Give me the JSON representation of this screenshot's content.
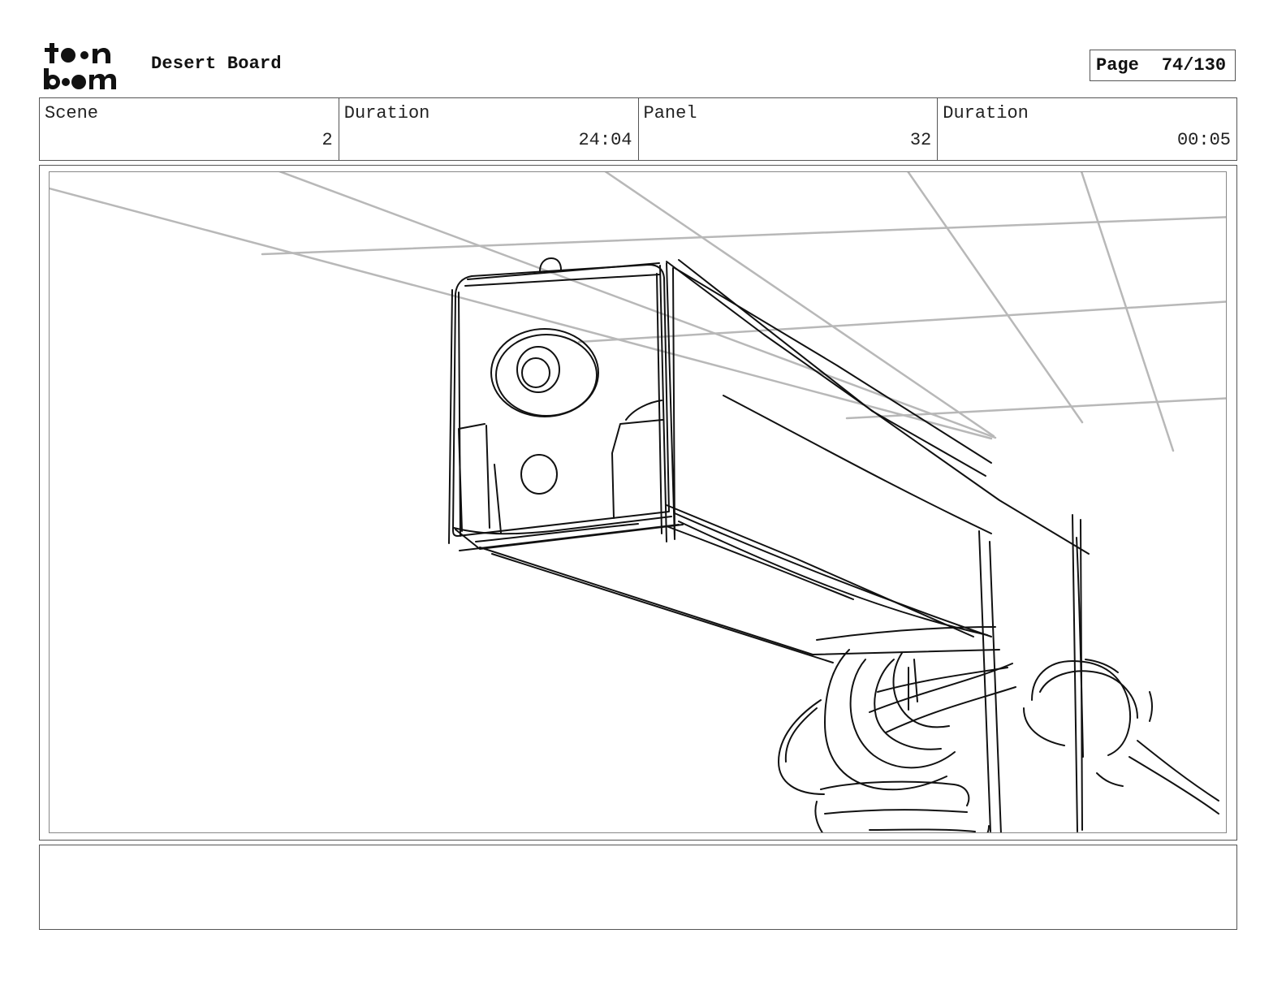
{
  "header": {
    "logo_text": "toon boom",
    "project_title": "Desert Board",
    "page_label": "Page",
    "page_value": "74/130"
  },
  "info": {
    "scene_label": "Scene",
    "scene_value": "2",
    "scene_duration_label": "Duration",
    "scene_duration_value": "24:04",
    "panel_label": "Panel",
    "panel_value": "32",
    "panel_duration_label": "Duration",
    "panel_duration_value": "00:05"
  },
  "panel": {
    "sketch_icon": "pistol-sketch",
    "line_color": "#111111",
    "guide_color": "#b5b5b5"
  },
  "notes": {
    "text": ""
  }
}
